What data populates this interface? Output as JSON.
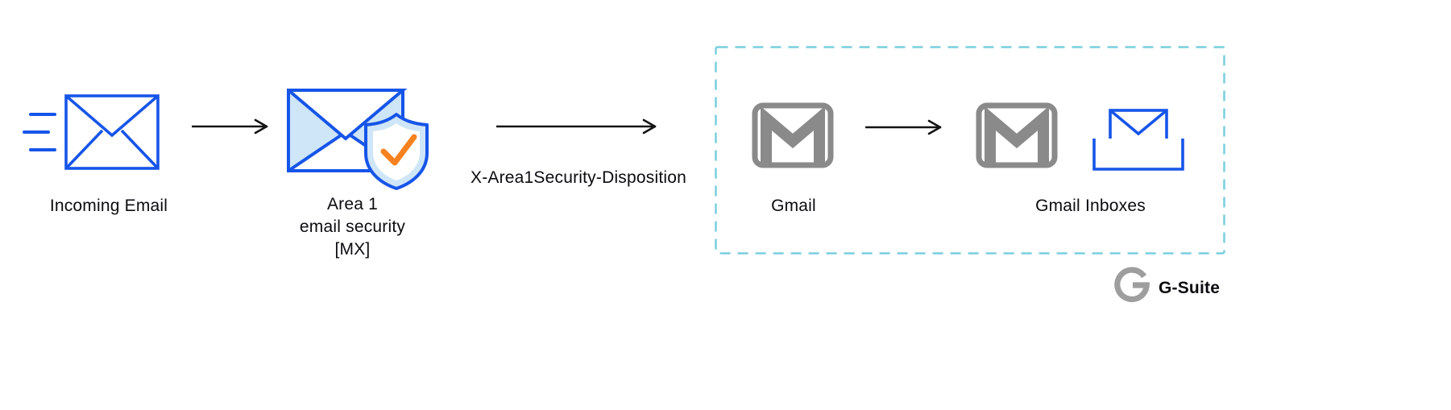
{
  "nodes": {
    "incoming_email": {
      "label": "Incoming Email",
      "icon": "envelope-with-speed-lines"
    },
    "area1": {
      "label": "Area 1\nemail security\n[MX]",
      "icon": "envelope-with-shield-check"
    },
    "gmail": {
      "label": "Gmail",
      "icon": "gmail-m-envelope"
    },
    "gmail_inboxes": {
      "label": "Gmail Inboxes",
      "icons": [
        "gmail-m-envelope",
        "envelope-in-inbox-tray"
      ]
    }
  },
  "edges": {
    "disposition_header": "X-Area1Security-Disposition"
  },
  "footer": {
    "gsuite_label": "G-Suite",
    "icon": "google-g"
  },
  "colors": {
    "blue": "#1655E8",
    "light_blue": "#CEE6F8",
    "orange": "#F6821F",
    "gmail_gray": "#8A8A8A",
    "g_logo_gray": "#9E9E9E",
    "dashed_border": "#79CFDF",
    "arrow": "#141414",
    "text": "#0B0B10"
  }
}
